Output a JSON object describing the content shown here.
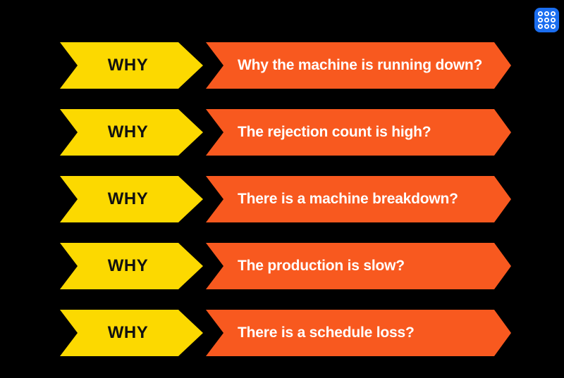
{
  "colors": {
    "background": "#000000",
    "why_bg": "#FCD900",
    "why_text": "#111111",
    "question_bg": "#F8591F",
    "question_text": "#FFFFFF",
    "icon_blue": "#1B6EF0",
    "icon_dots": "#FFFFFF"
  },
  "app_icon": {
    "name": "apps-grid-icon"
  },
  "rows": [
    {
      "label": "WHY",
      "question": "Why the machine is running down?"
    },
    {
      "label": "WHY",
      "question": "The rejection count is high?"
    },
    {
      "label": "WHY",
      "question": "There is a machine breakdown?"
    },
    {
      "label": "WHY",
      "question": "The production is slow?"
    },
    {
      "label": "WHY",
      "question": "There is a schedule loss?"
    }
  ]
}
